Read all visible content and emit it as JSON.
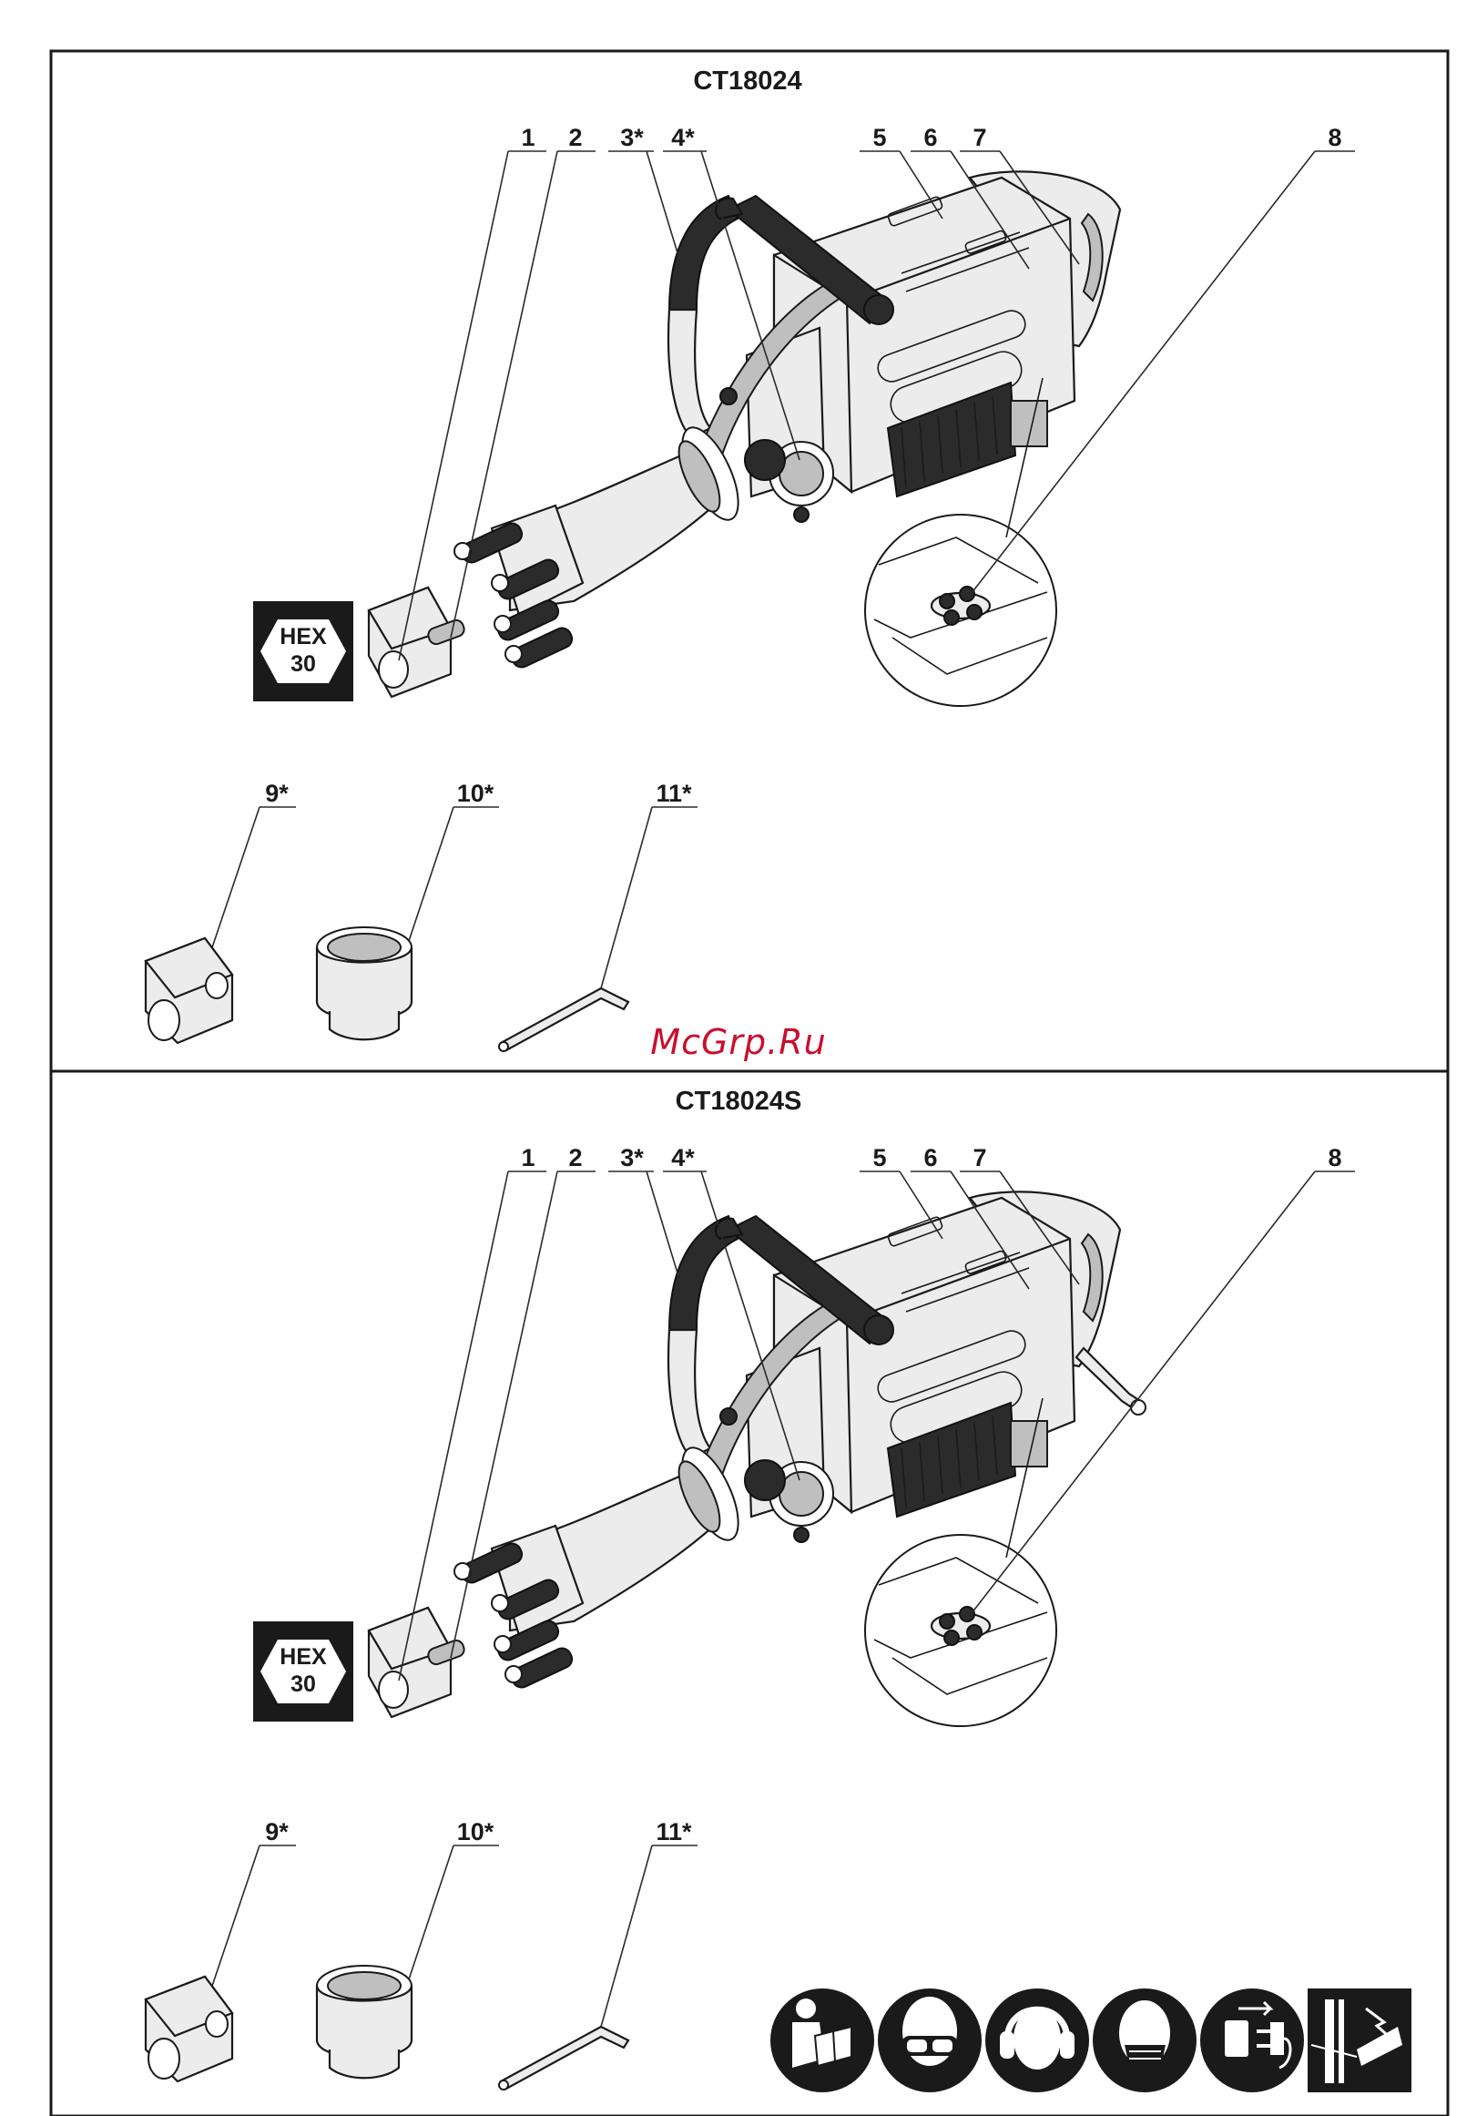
{
  "panels": [
    {
      "title": "CT18024",
      "callouts": [
        "1",
        "2",
        "3*",
        "4*",
        "5",
        "6",
        "7",
        "8"
      ],
      "accessory_callouts": [
        "9*",
        "10*",
        "11*"
      ],
      "hex_badge": {
        "line1": "HEX",
        "line2": "30"
      }
    },
    {
      "title": "CT18024S",
      "callouts": [
        "1",
        "2",
        "3*",
        "4*",
        "5",
        "6",
        "7",
        "8"
      ],
      "accessory_callouts": [
        "9*",
        "10*",
        "11*"
      ],
      "hex_badge": {
        "line1": "HEX",
        "line2": "30"
      }
    }
  ],
  "watermark": "McGrp.Ru",
  "safety_icons": [
    "read-manual-icon",
    "safety-goggles-icon",
    "ear-protection-icon",
    "dust-mask-icon",
    "unplug-before-service-icon",
    "hidden-wiring-warning-icon"
  ]
}
